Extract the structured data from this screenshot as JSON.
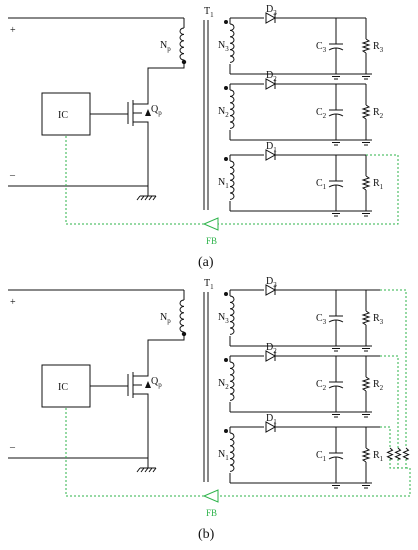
{
  "panels": [
    {
      "caption": "(a)",
      "plus": "+",
      "minus": "–",
      "ic": "IC",
      "transformer": "T",
      "transformer_sub": "1",
      "primary": {
        "name": "N",
        "sub": "p"
      },
      "switch": {
        "name": "Q",
        "sub": "p"
      },
      "feedback": "FB",
      "outputs": [
        {
          "winding": "N",
          "wsub": "3",
          "diode": "D",
          "dsub": "3",
          "cap": "C",
          "csub": "3",
          "res": "R",
          "rsub": "3"
        },
        {
          "winding": "N",
          "wsub": "2",
          "diode": "D",
          "dsub": "2",
          "cap": "C",
          "csub": "2",
          "res": "R",
          "rsub": "2"
        },
        {
          "winding": "N",
          "wsub": "1",
          "diode": "D",
          "dsub": "1",
          "cap": "C",
          "csub": "1",
          "res": "R",
          "rsub": "1"
        }
      ]
    },
    {
      "caption": "(b)",
      "plus": "+",
      "minus": "–",
      "ic": "IC",
      "transformer": "T",
      "transformer_sub": "1",
      "primary": {
        "name": "N",
        "sub": "p"
      },
      "switch": {
        "name": "Q",
        "sub": "p"
      },
      "feedback": "FB",
      "outputs": [
        {
          "winding": "N",
          "wsub": "3",
          "diode": "D",
          "dsub": "3",
          "cap": "C",
          "csub": "3",
          "res": "R",
          "rsub": "3"
        },
        {
          "winding": "N",
          "wsub": "2",
          "diode": "D",
          "dsub": "2",
          "cap": "C",
          "csub": "2",
          "res": "R",
          "rsub": "2"
        },
        {
          "winding": "N",
          "wsub": "1",
          "diode": "D",
          "dsub": "1",
          "cap": "C",
          "csub": "1",
          "res": "R",
          "rsub": "1"
        }
      ]
    }
  ],
  "colors": {
    "wire": "#111111",
    "feedback": "#2db34a"
  }
}
